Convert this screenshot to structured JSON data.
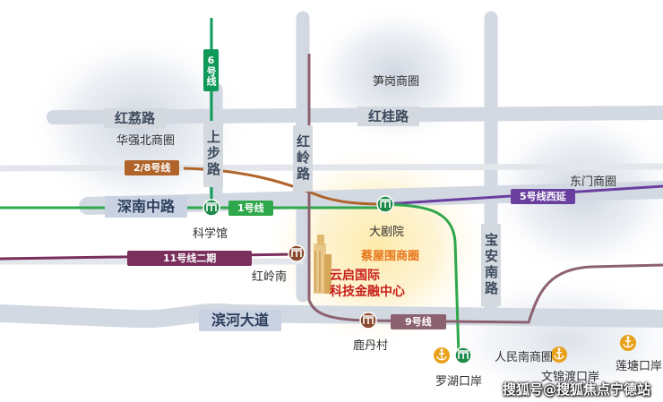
{
  "roads": {
    "hongli": "红荔路",
    "honggui": "红桂路",
    "shennan": "深南中路",
    "binhe": "滨河大道",
    "shangbu": "上步路",
    "hongling": "红岭路",
    "baoan": "宝安南路"
  },
  "metro_lines": {
    "line6": {
      "label": "6号线",
      "color": "#0f9a5a"
    },
    "line2_8": {
      "label": "2/8号线",
      "color": "#b0642a"
    },
    "line1": {
      "label": "1号线",
      "color": "#2ea84a"
    },
    "line5": {
      "label": "5号线西延",
      "color": "#6b3fa0"
    },
    "line11": {
      "label": "11号线二期",
      "color": "#7a2f5c"
    },
    "line9": {
      "label": "9号线",
      "color": "#8c6170"
    }
  },
  "stations": {
    "kexueguan": "科学馆",
    "dajuyuan": "大剧院",
    "honglingnan": "红岭南",
    "luodancun": "鹿丹村",
    "luohukouan": "罗湖口岸"
  },
  "areas": {
    "huaqiangbei": "华强北商圈",
    "sungang": "笋岗商圈",
    "dongmen": "东门商圈",
    "caiwuwei": "蔡屋围商圈",
    "renminnan": "人民南商圈"
  },
  "ports": {
    "wenjindu": "文锦渡口岸",
    "liantang": "莲塘口岸"
  },
  "project": {
    "line1": "云启国际",
    "line2": "科技金融中心"
  },
  "watermark": "搜狐号@搜狐焦点宁德站",
  "colors": {
    "metro_icon": "#8a4a2e",
    "metro_icon_green": "#1e8a4a",
    "port_icon": "#e8a11a",
    "glow": "#fbe39a"
  },
  "icons": {
    "station": "metro-logo-icon",
    "port": "anchor-icon",
    "project": "skyscraper-icon"
  }
}
